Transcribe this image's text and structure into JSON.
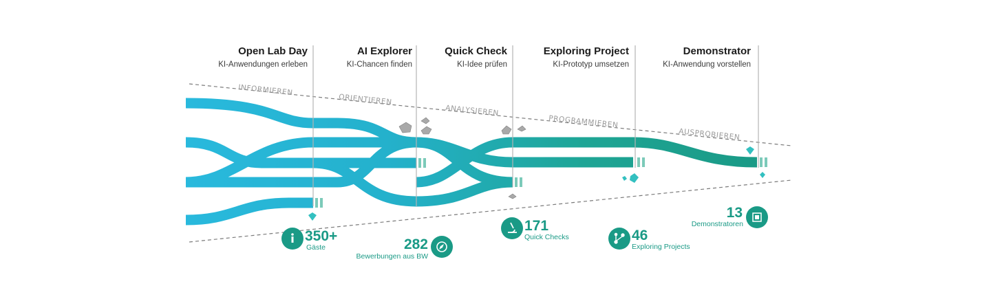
{
  "stages": [
    {
      "title": "Open Lab Day",
      "subtitle": "KI-Anwendungen erleben"
    },
    {
      "title": "AI Explorer",
      "subtitle": "KI-Chancen finden"
    },
    {
      "title": "Quick Check",
      "subtitle": "KI-Idee prüfen"
    },
    {
      "title": "Exploring Project",
      "subtitle": "KI-Prototyp umsetzen"
    },
    {
      "title": "Demonstrator",
      "subtitle": "KI-Anwendung vorstellen"
    }
  ],
  "phases": [
    "INFORMIEREN",
    "ORIENTIEREN",
    "ANALYSIEREN",
    "PROGRAMMIEREN",
    "AUSPROBIEREN"
  ],
  "stats": [
    {
      "value": "350+",
      "label": "Gäste",
      "icon": "info-icon"
    },
    {
      "value": "282",
      "label": "Bewerbungen aus BW",
      "icon": "compass-icon"
    },
    {
      "value": "171",
      "label": "Quick Checks",
      "icon": "microscope-icon"
    },
    {
      "value": "46",
      "label": "Exploring Projects",
      "icon": "branch-icon"
    },
    {
      "value": "13",
      "label": "Demonstratoren",
      "icon": "chip-icon"
    }
  ],
  "colors": {
    "ribbon_start": "#29b9dd",
    "ribbon_end": "#1a9a86",
    "accent": "#1a9a86",
    "tick": "#7ccab9",
    "rock": "#a9a9a9",
    "gem": "#33c0c0"
  }
}
